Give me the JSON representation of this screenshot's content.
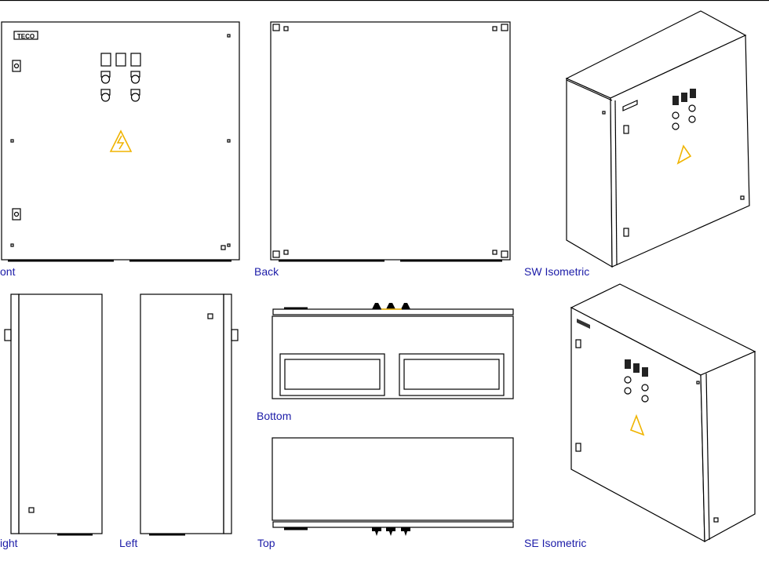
{
  "views": {
    "front": {
      "label": "ont",
      "logo": "TECO"
    },
    "back": {
      "label": "Back"
    },
    "sw_iso": {
      "label": "SW Isometric"
    },
    "right": {
      "label": "ight"
    },
    "left": {
      "label": "Left"
    },
    "bottom": {
      "label": "Bottom"
    },
    "top": {
      "label": "Top"
    },
    "se_iso": {
      "label": "SE Isometric"
    }
  },
  "colors": {
    "label": "#1c1ca8",
    "warning": "#f0b400",
    "line": "#000000"
  }
}
